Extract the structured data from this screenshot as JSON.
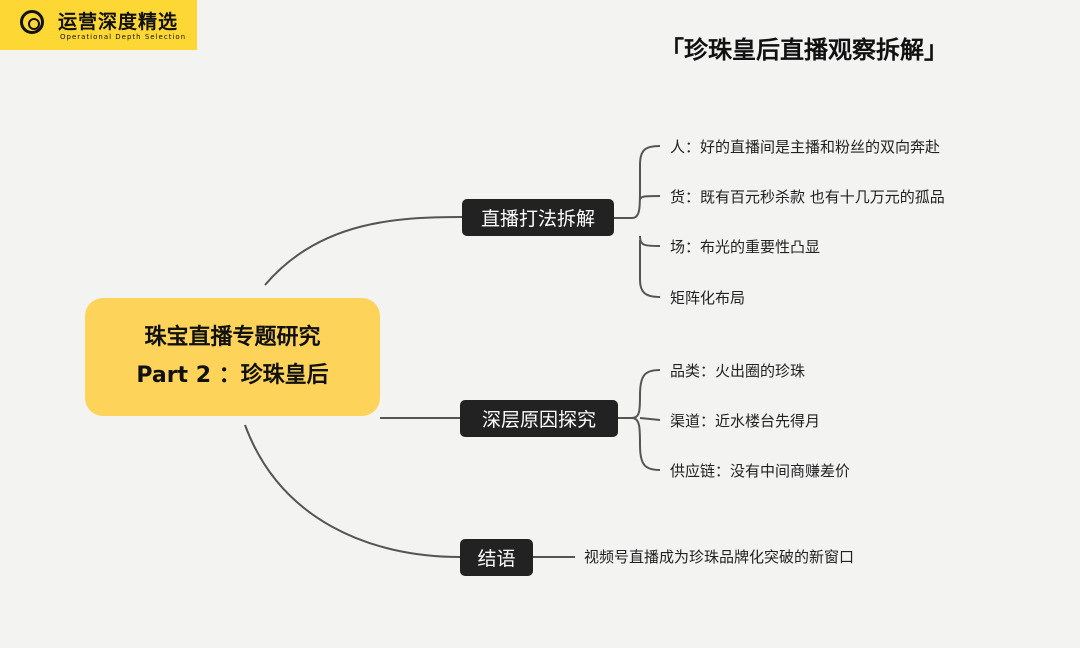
{
  "logo": {
    "name_cn": "运营深度精选",
    "name_en": "Operational  Depth  Selection"
  },
  "title": "「珍珠皇后直播观察拆解」",
  "center": {
    "line1": "珠宝直播专题研究",
    "line2": "Part 2 ：珍珠皇后"
  },
  "branches": [
    {
      "label": "直播打法拆解",
      "items": [
        "人：好的直播间是主播和粉丝的双向奔赴",
        "货：既有百元秒杀款 也有十几万元的孤品",
        "场：布光的重要性凸显",
        "矩阵化布局"
      ]
    },
    {
      "label": "深层原因探究",
      "items": [
        "品类：火出圈的珍珠",
        "渠道：近水楼台先得月",
        "供应链：没有中间商赚差价"
      ]
    },
    {
      "label": "结语",
      "items": [
        "视频号直播成为珍珠品牌化突破的新窗口"
      ]
    }
  ],
  "colors": {
    "accent": "#fdd35a",
    "node": "#222222"
  }
}
